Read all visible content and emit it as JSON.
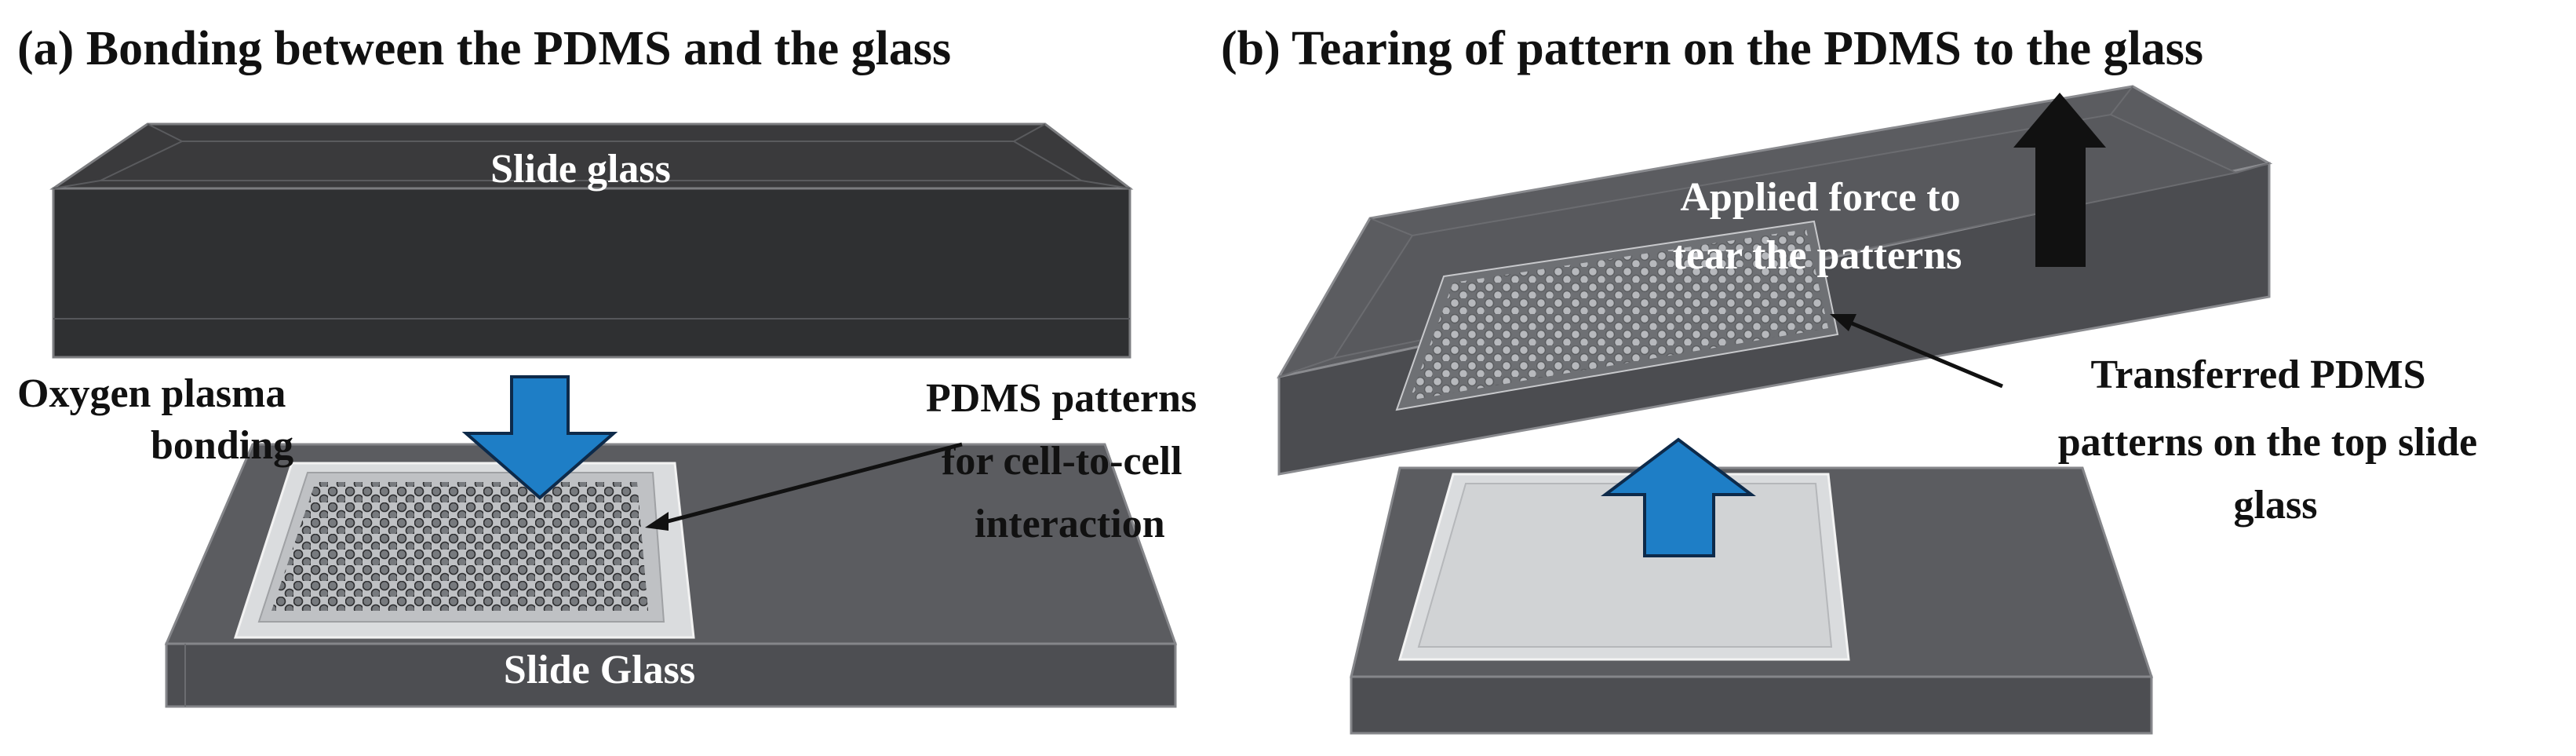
{
  "colors": {
    "glass_dark": "#3a3a3c",
    "glass_gray": "#5b5c60",
    "pdms_light": "#d9dbdd",
    "arrow_blue": "#1e7ec6",
    "arrow_black": "#111111"
  },
  "panel_a": {
    "title": "(a) Bonding between the PDMS and the glass",
    "top_slide_label": "Slide glass",
    "bottom_slide_label": "Slide Glass",
    "bonding_label_line1": "Oxygen plasma",
    "bonding_label_line2": "bonding",
    "patterns_label_line1": "PDMS patterns",
    "patterns_label_line2": "for cell-to-cell",
    "patterns_label_line3": "interaction",
    "arrow_icon": "arrow-down-icon"
  },
  "panel_b": {
    "title": "(b) Tearing of pattern on the PDMS to the glass",
    "force_label_line1": "Applied  force to",
    "force_label_line2": "tear the patterns",
    "transferred_label_line1": "Transferred  PDMS",
    "transferred_label_line2": "patterns on the top slide",
    "transferred_label_line3": "glass",
    "force_arrow_icon": "arrow-up-black-icon",
    "lift_arrow_icon": "arrow-up-blue-icon"
  }
}
